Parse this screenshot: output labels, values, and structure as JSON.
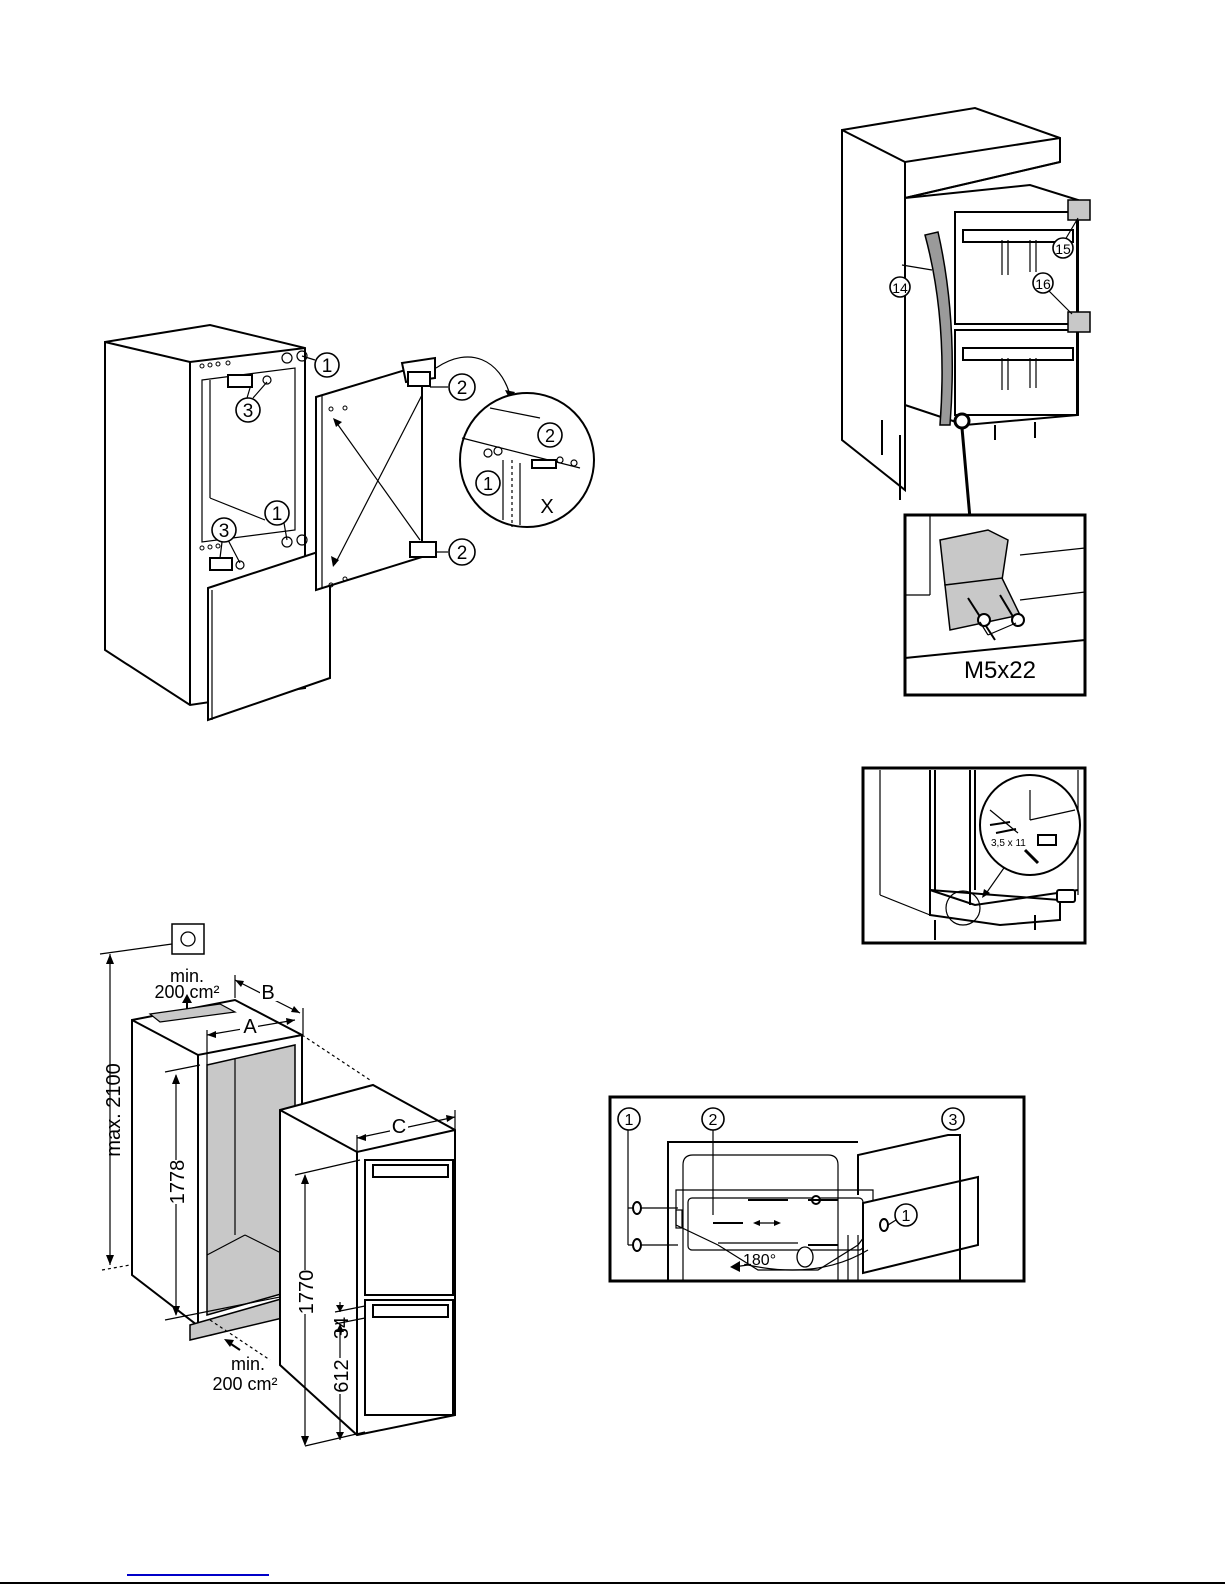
{
  "figure1": {
    "callouts": [
      "1",
      "3",
      "1",
      "3",
      "2",
      "2",
      "2",
      "1"
    ],
    "detail_label": "X"
  },
  "figure2": {
    "callouts": [
      "14",
      "15",
      "16"
    ],
    "screw_label": "M5x22"
  },
  "figure3": {
    "screw_label": "3,5 x 11"
  },
  "figure4": {
    "vent_top": {
      "line1": "min.",
      "line2": "200 cm²"
    },
    "vent_bottom": {
      "line1": "min.",
      "line2": "200 cm²"
    },
    "dim_A": "A",
    "dim_B": "B",
    "dim_C": "C",
    "dim_max_height": "max. 2100",
    "dim_niche_height": "1778",
    "dim_appliance_height": "1770",
    "dim_gap": "34",
    "dim_lower": "612",
    "socket_icon": "power-socket-icon"
  },
  "figure5": {
    "callouts": [
      "1",
      "2",
      "3",
      "1"
    ],
    "rotation_label": "180°"
  },
  "footer": {
    "link_color": "#0000c8"
  }
}
